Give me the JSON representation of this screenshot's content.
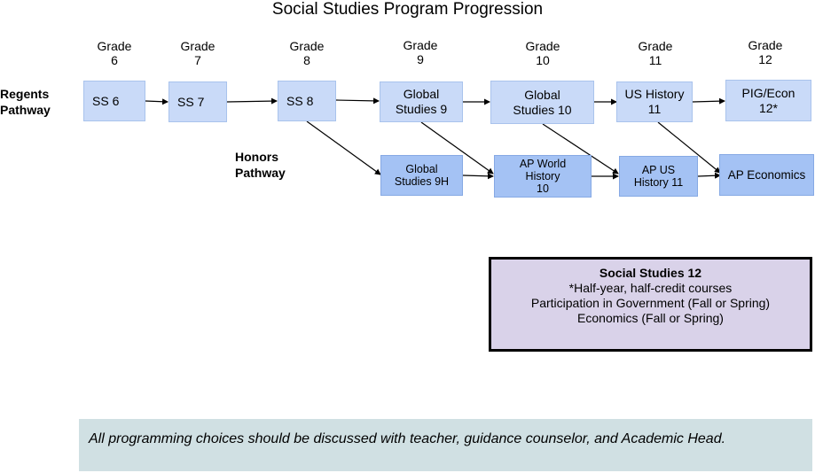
{
  "title": "Social Studies Program Progression",
  "grades": [
    {
      "label": "Grade",
      "number": "6"
    },
    {
      "label": "Grade",
      "number": "7"
    },
    {
      "label": "Grade",
      "number": "8"
    },
    {
      "label": "Grade",
      "number": "9"
    },
    {
      "label": "Grade",
      "number": "10"
    },
    {
      "label": "Grade",
      "number": "11"
    },
    {
      "label": "Grade",
      "number": "12"
    }
  ],
  "pathways": {
    "regents": {
      "line1": "Regents",
      "line2": "Pathway"
    },
    "honors": {
      "line1": "Honors",
      "line2": "Pathway"
    }
  },
  "regents_courses": [
    {
      "lines": [
        "SS 6"
      ]
    },
    {
      "lines": [
        "SS 7"
      ]
    },
    {
      "lines": [
        "SS 8"
      ]
    },
    {
      "lines": [
        "Global",
        "Studies 9"
      ]
    },
    {
      "lines": [
        "Global",
        "Studies 10"
      ]
    },
    {
      "lines": [
        "US History",
        "11"
      ]
    },
    {
      "lines": [
        "PIG/Econ",
        "12*"
      ]
    }
  ],
  "honors_courses": [
    {
      "lines": [
        "Global",
        "Studies  9H"
      ]
    },
    {
      "lines": [
        "AP World",
        "History",
        "10"
      ]
    },
    {
      "lines": [
        "AP US",
        "History 11"
      ]
    },
    {
      "lines": [
        "AP Economics"
      ]
    }
  ],
  "info_box": {
    "title": "Social Studies 12",
    "lines": [
      "*Half-year, half-credit courses",
      "Participation in Government (Fall or Spring)",
      "Economics (Fall or Spring)"
    ]
  },
  "footer_note": "All programming choices should be discussed with teacher, guidance counselor, and Academic Head.",
  "colors": {
    "regents_box": "#c9daf8",
    "honors_box": "#a4c2f4",
    "info_box": "#d9d2e9",
    "footer_box": "#d0e0e3"
  }
}
